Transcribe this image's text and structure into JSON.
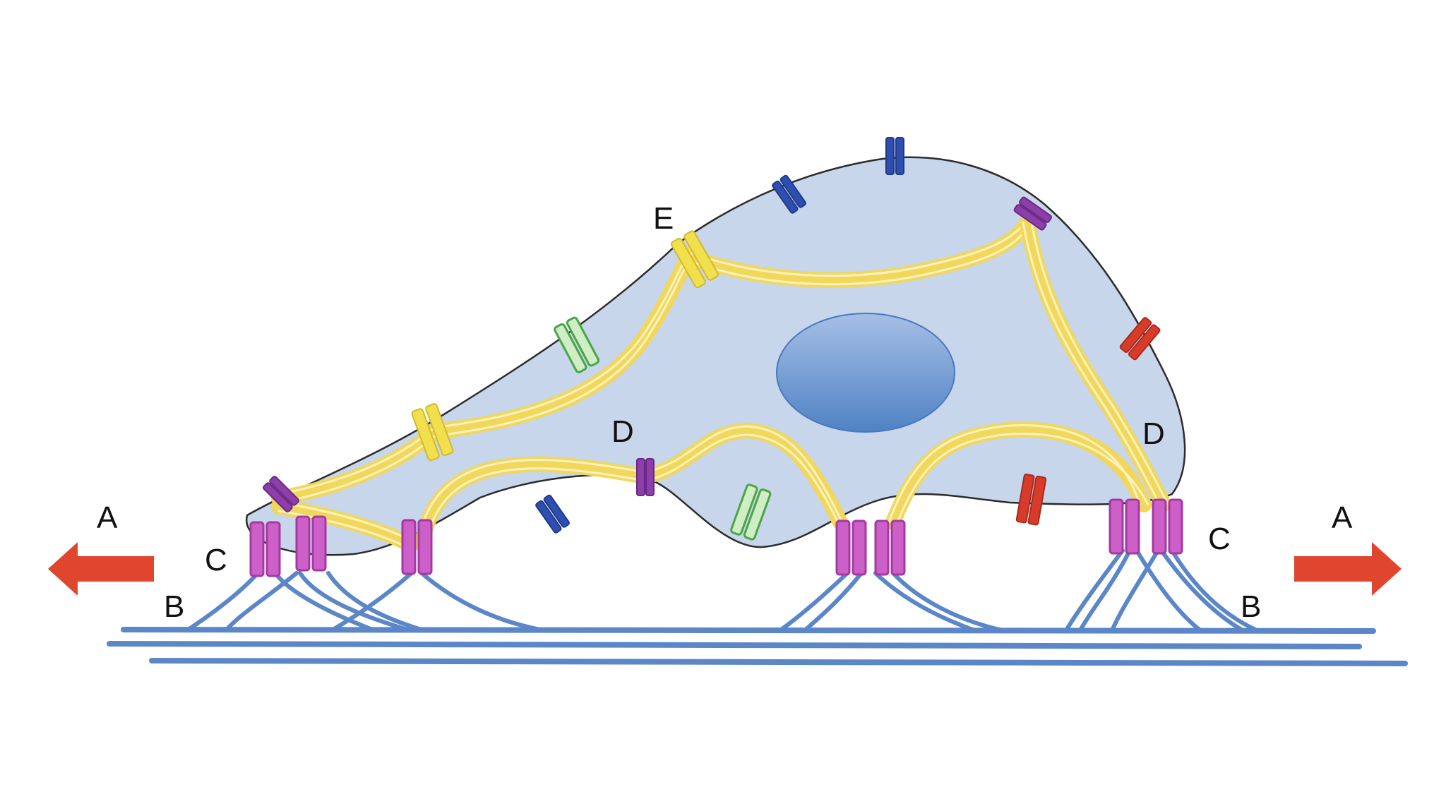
{
  "labels": {
    "a_left": "A",
    "a_right": "A",
    "b_left": "B",
    "b_right": "B",
    "c_left": "C",
    "c_right": "C",
    "d_center": "D",
    "d_right": "D",
    "e_top": "E"
  },
  "colors": {
    "cell_fill": "#c7d6ea",
    "cell_outline": "#2b2b2b",
    "nucleus_top": "#a6bfe6",
    "nucleus_bottom": "#4f82c4",
    "fiber": "#f1d75a",
    "fiber_highlight": "#fbf2bf",
    "ecm": "#5b86c8",
    "arrow": "#e0452e",
    "integrin": "#cc5fc8",
    "integrin_outline": "#a33aa2",
    "receptor_blue": "#2e4fb0",
    "receptor_green": "#cfeec3",
    "receptor_green_outline": "#4aa44a",
    "receptor_red": "#d93b2b",
    "receptor_purple": "#8c3fa8",
    "receptor_yellow": "#f2df4e"
  }
}
